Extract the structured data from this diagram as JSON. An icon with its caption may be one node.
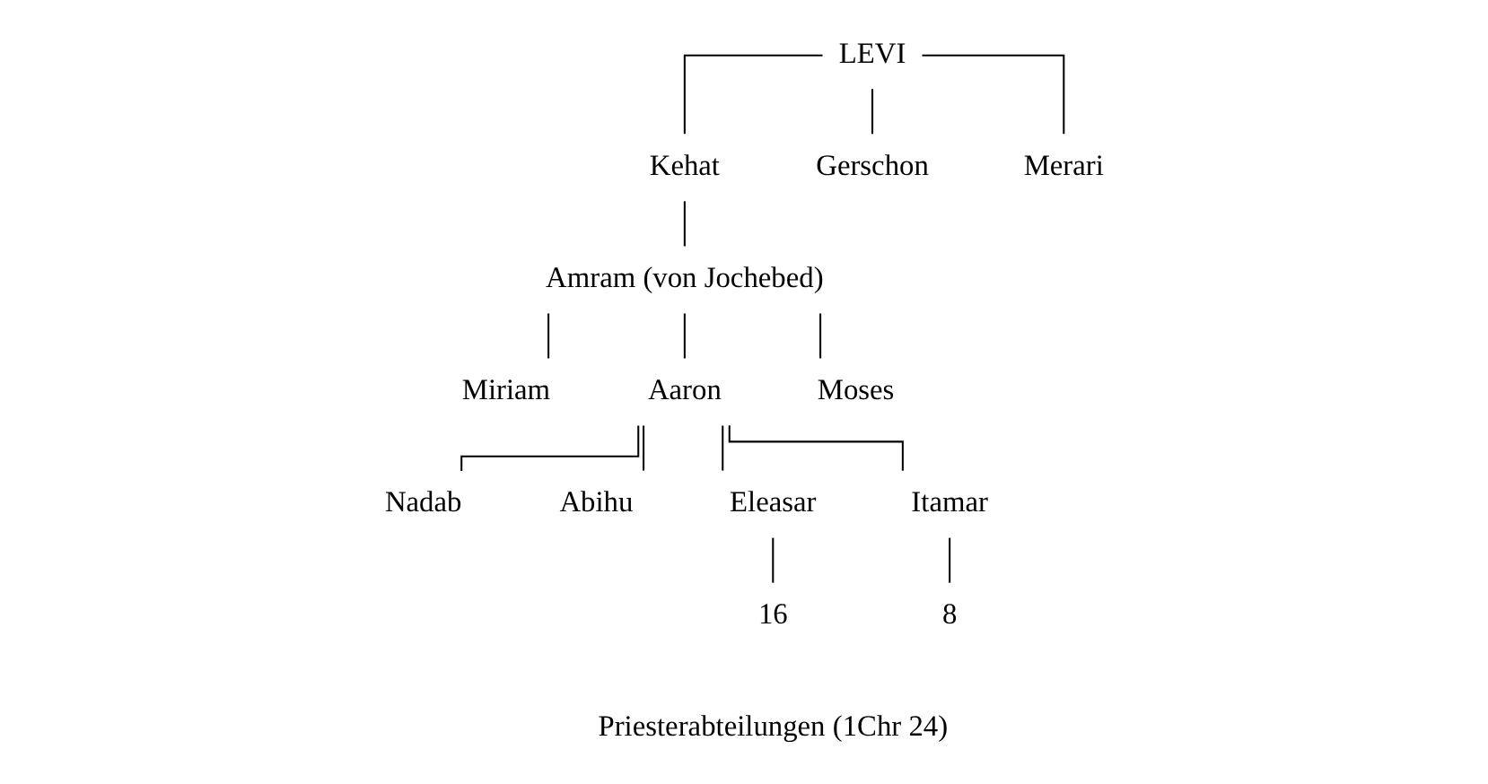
{
  "diagram": {
    "nodes": [
      {
        "text": [
          "LEVI"
        ]
      },
      {
        "text": [
          "Kehat"
        ]
      },
      {
        "text": [
          "Gerschon"
        ]
      },
      {
        "text": [
          "Merari"
        ]
      },
      {
        "text": [
          "Amram (von Jochebed)"
        ]
      },
      {
        "text": [
          "Miriam"
        ]
      },
      {
        "text": [
          "Aaron"
        ]
      },
      {
        "text": [
          "Moses"
        ]
      },
      {
        "text": [
          "Nadab"
        ]
      },
      {
        "text": [
          "Abihu"
        ]
      },
      {
        "text": [
          "Eleasar"
        ]
      },
      {
        "text": [
          "Itamar"
        ]
      },
      {
        "text": [
          "16"
        ]
      },
      {
        "text": [
          "8"
        ]
      }
    ],
    "edges": [
      {
        "from": 0,
        "to": 1,
        "arrow": "none"
      },
      {
        "from": 0,
        "to": 2,
        "arrow": "none"
      },
      {
        "from": 0,
        "to": 3,
        "arrow": "none"
      },
      {
        "from": 1,
        "to": 4,
        "arrow": "none"
      },
      {
        "from": 4,
        "to": 5,
        "arrow": "none"
      },
      {
        "from": 4,
        "to": 6,
        "arrow": "none"
      },
      {
        "from": 4,
        "to": 7,
        "arrow": "none"
      },
      {
        "from": 6,
        "to": 8,
        "arrow": "none"
      },
      {
        "from": 6,
        "to": 9,
        "arrow": "none"
      },
      {
        "from": 6,
        "to": 10,
        "arrow": "none"
      },
      {
        "from": 6,
        "to": 11,
        "arrow": "none"
      },
      {
        "from": 10,
        "to": 12,
        "arrow": "none"
      },
      {
        "from": 11,
        "to": 13,
        "arrow": "none"
      }
    ],
    "labels": [
      "Priesterabteilungen (1Chr 24)"
    ]
  }
}
